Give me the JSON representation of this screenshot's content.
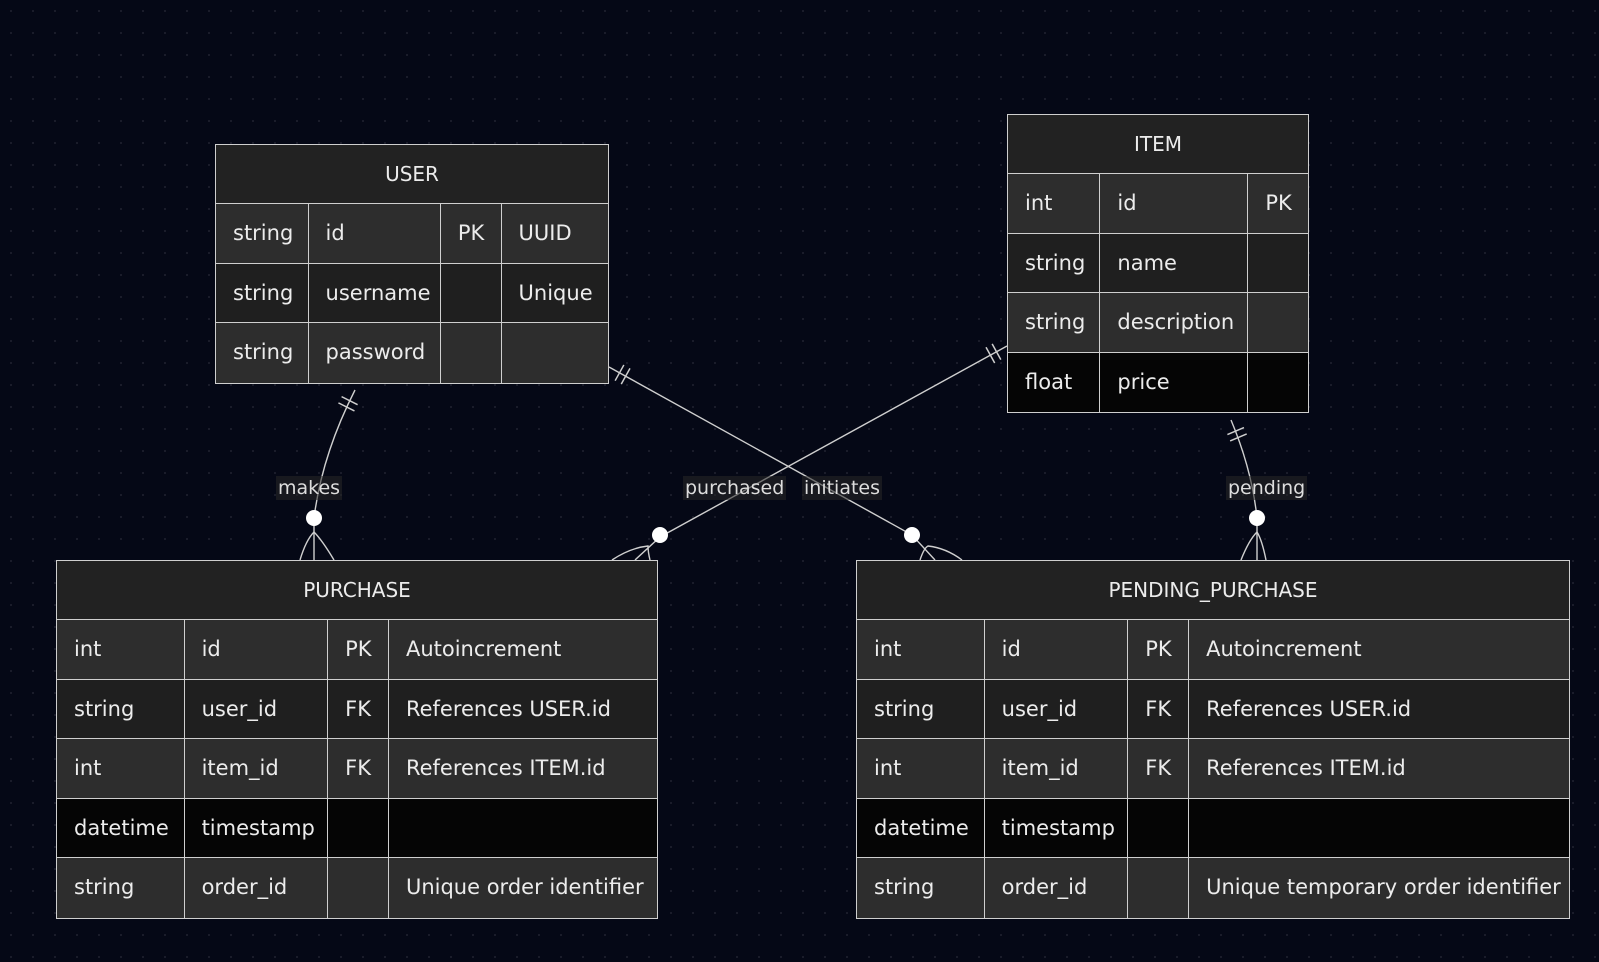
{
  "entities": {
    "user": {
      "name": "USER",
      "rows": [
        [
          "string",
          "id",
          "PK",
          "UUID"
        ],
        [
          "string",
          "username",
          "",
          "Unique"
        ],
        [
          "string",
          "password",
          "",
          ""
        ]
      ]
    },
    "item": {
      "name": "ITEM",
      "rows": [
        [
          "int",
          "id",
          "PK"
        ],
        [
          "string",
          "name",
          ""
        ],
        [
          "string",
          "description",
          ""
        ],
        [
          "float",
          "price",
          ""
        ]
      ]
    },
    "purchase": {
      "name": "PURCHASE",
      "rows": [
        [
          "int",
          "id",
          "PK",
          "Autoincrement"
        ],
        [
          "string",
          "user_id",
          "FK",
          "References USER.id"
        ],
        [
          "int",
          "item_id",
          "FK",
          "References ITEM.id"
        ],
        [
          "datetime",
          "timestamp",
          "",
          ""
        ],
        [
          "string",
          "order_id",
          "",
          "Unique order identifier"
        ]
      ]
    },
    "pending_purchase": {
      "name": "PENDING_PURCHASE",
      "rows": [
        [
          "int",
          "id",
          "PK",
          "Autoincrement"
        ],
        [
          "string",
          "user_id",
          "FK",
          "References USER.id"
        ],
        [
          "int",
          "item_id",
          "FK",
          "References ITEM.id"
        ],
        [
          "datetime",
          "timestamp",
          "",
          ""
        ],
        [
          "string",
          "order_id",
          "",
          "Unique temporary order identifier"
        ]
      ]
    }
  },
  "relationships": [
    {
      "label": "makes",
      "from": "USER",
      "to": "PURCHASE"
    },
    {
      "label": "purchased",
      "from": "ITEM",
      "to": "PURCHASE"
    },
    {
      "label": "initiates",
      "from": "USER",
      "to": "PENDING_PURCHASE"
    },
    {
      "label": "pending",
      "from": "ITEM",
      "to": "PENDING_PURCHASE"
    }
  ],
  "colors": {
    "background": "#050816",
    "line": "#cfcfcf",
    "header": "#222222",
    "row_odd": "#2d2d2d",
    "row_even": "#1f1f1f",
    "row_dark": "#050505"
  }
}
